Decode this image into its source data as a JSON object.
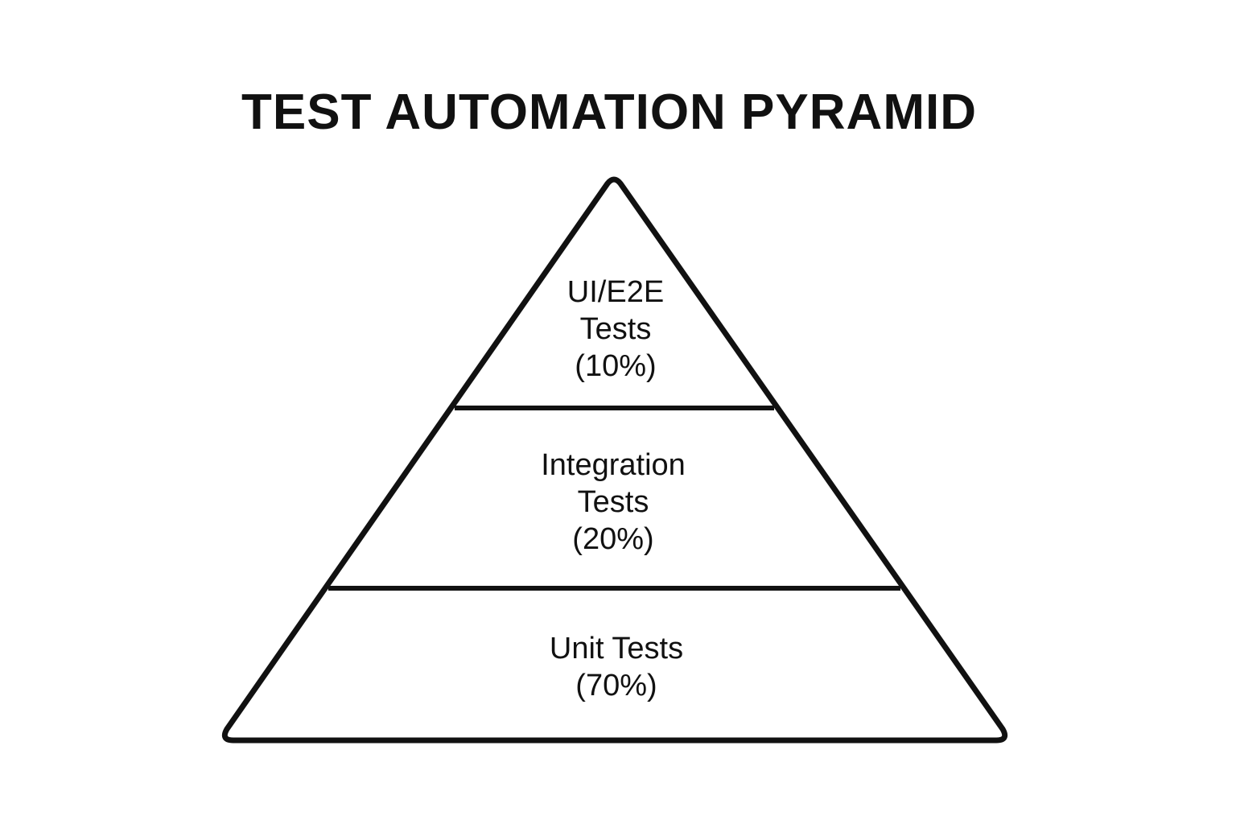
{
  "title": "TEST AUTOMATION PYRAMID",
  "colors": {
    "stroke": "#111111",
    "background": "#ffffff",
    "text": "#111111"
  },
  "tiers": [
    {
      "name": "UI/E2E Tests",
      "lines": [
        "UI/E2E",
        "Tests",
        "(10%)"
      ],
      "percent": 10,
      "position": "top"
    },
    {
      "name": "Integration Tests",
      "lines": [
        "Integration",
        "Tests",
        "(20%)"
      ],
      "percent": 20,
      "position": "middle"
    },
    {
      "name": "Unit Tests",
      "lines": [
        "Unit Tests",
        "(70%)"
      ],
      "percent": 70,
      "position": "bottom"
    }
  ]
}
